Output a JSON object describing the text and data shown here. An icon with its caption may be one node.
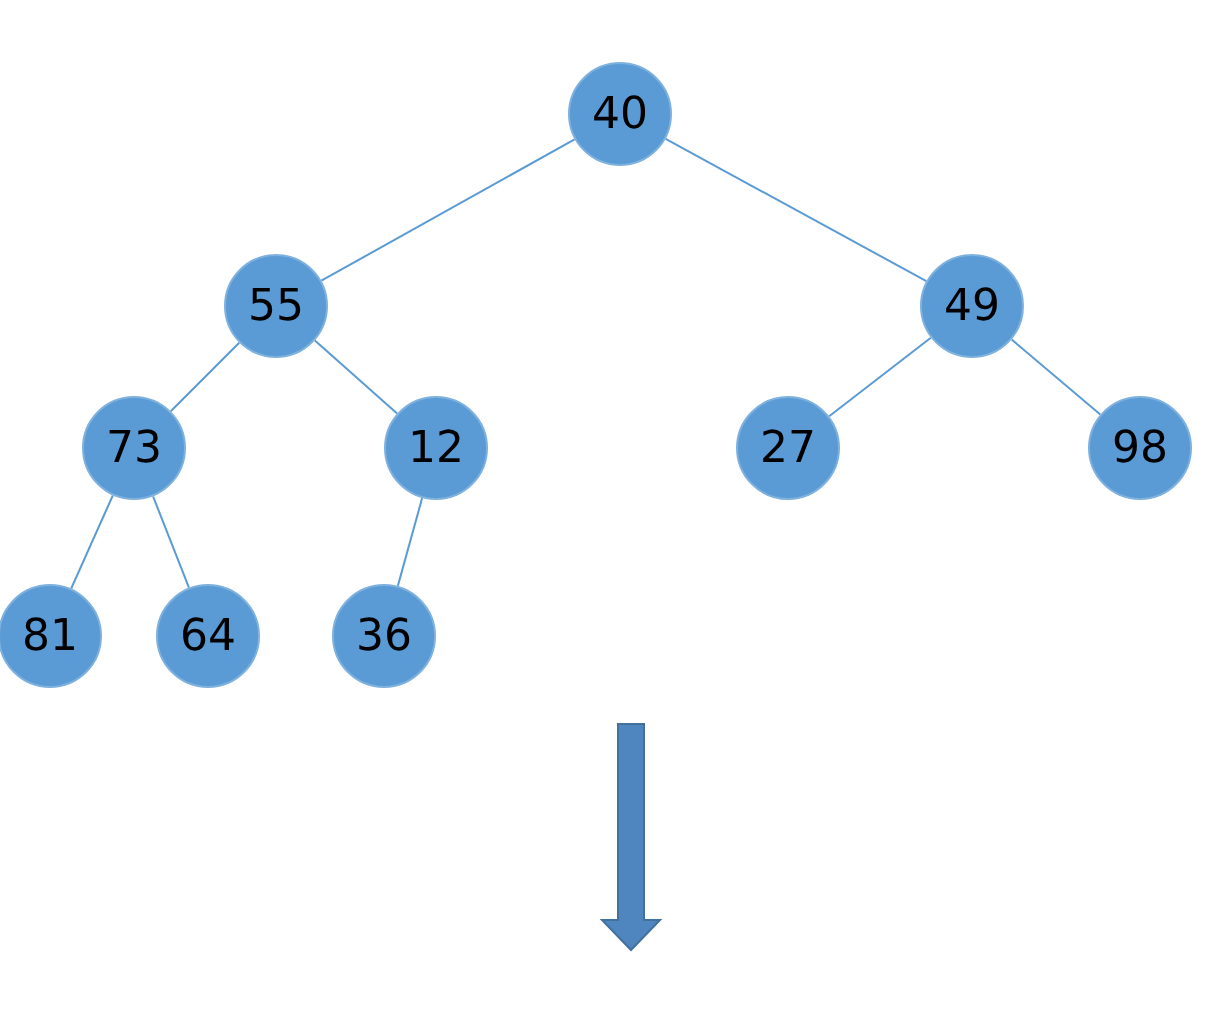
{
  "diagram": {
    "nodes": [
      {
        "text": [
          "40"
        ]
      },
      {
        "text": [
          "55"
        ]
      },
      {
        "text": [
          "49"
        ]
      },
      {
        "text": [
          "73"
        ]
      },
      {
        "text": [
          "12"
        ]
      },
      {
        "text": [
          "27"
        ]
      },
      {
        "text": [
          "98"
        ]
      },
      {
        "text": [
          "81"
        ]
      },
      {
        "text": [
          "64"
        ]
      },
      {
        "text": [
          "36"
        ]
      }
    ],
    "edges": [
      {
        "from": 0,
        "to": 1,
        "arrow": "none"
      },
      {
        "from": 0,
        "to": 2,
        "arrow": "none"
      },
      {
        "from": 1,
        "to": 3,
        "arrow": "none"
      },
      {
        "from": 1,
        "to": 4,
        "arrow": "none"
      },
      {
        "from": 2,
        "to": 5,
        "arrow": "none"
      },
      {
        "from": 2,
        "to": 6,
        "arrow": "none"
      },
      {
        "from": 3,
        "to": 7,
        "arrow": "none"
      },
      {
        "from": 3,
        "to": 8,
        "arrow": "none"
      },
      {
        "from": 4,
        "to": 9,
        "arrow": "none"
      }
    ]
  }
}
